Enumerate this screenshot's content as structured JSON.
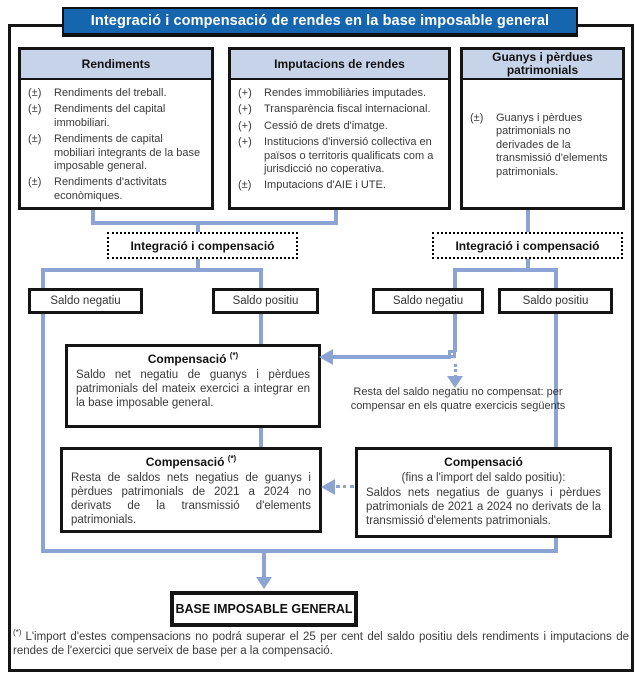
{
  "title": "Integració i compensació de rendes en la base imposable general",
  "colors": {
    "title_bg": "#1565af",
    "column_header_bg": "#c7d3e9",
    "connector_blue": "#8ba4d4",
    "border_black": "#141414"
  },
  "columns": [
    {
      "header": "Rendiments",
      "items": [
        {
          "sign": "(±)",
          "text": "Rendiments del treball."
        },
        {
          "sign": "(±)",
          "text": "Rendiments del capital immobiliari."
        },
        {
          "sign": "(±)",
          "text": "Rendiments de capital mobiliari integrants de la base imposable general."
        },
        {
          "sign": "(±)",
          "text": "Rendiments d'activitats econòmiques."
        }
      ]
    },
    {
      "header": "Imputacions de rendes",
      "items": [
        {
          "sign": "(+)",
          "text": "Rendes immobiliàries imputades."
        },
        {
          "sign": "(+)",
          "text": "Transparència fiscal internacional."
        },
        {
          "sign": "(+)",
          "text": "Cessió de drets d'imatge."
        },
        {
          "sign": "(+)",
          "text": "Institucions d'inversió collectiva en països o territoris qualificats com a jurisdicció no coperativa."
        },
        {
          "sign": "(±)",
          "text": "Imputacions d'AIE i UTE."
        }
      ]
    },
    {
      "header": "Guanys i pèrdues patrimonials",
      "items": [
        {
          "sign": "(±)",
          "text": "Guanys i pèrdues patrimonials no derivades de la transmissió d'elements patrimonials."
        }
      ]
    }
  ],
  "integration_boxes": {
    "left": "Integració i compensació",
    "right": "Integració i compensació"
  },
  "saldo_boxes": {
    "left_negative": "Saldo negatiu",
    "left_positive": "Saldo positiu",
    "right_negative": "Saldo negatiu",
    "right_positive": "Saldo positiu"
  },
  "compensation_boxes": {
    "first": {
      "header": "Compensació",
      "mark": "(*)",
      "body": "Saldo net negatiu de guanys i pèrdues patrimonials del mateix exercici a integrar en la base imposable general."
    },
    "second": {
      "header": "Compensació",
      "mark": "(*)",
      "body": "Resta de saldos nets negatius de guanys i pèrdues patrimonials de 2021 a 2024 no derivats de la transmissió d'elements patrimonials."
    },
    "third": {
      "header": "Compensació",
      "subheader": "(fins a l'import del saldo positiu):",
      "body": "Saldos nets negatius de guanys i pèrdues patrimonials de 2021 a 2024 no derivats de la transmissió d'elements patrimonials."
    }
  },
  "notes": {
    "resta": "Resta del saldo negatiu no compensat: per compensar en els quatre exercicis següents"
  },
  "base_box": "BASE IMPOSABLE GENERAL",
  "footnote": {
    "mark": "(*)",
    "text": "L'import d'estes compensacions no podrá superar el 25 per cent del saldo positiu dels rendiments i imputacions de rendes de l'exercici que serveix de base per a la compensació."
  }
}
